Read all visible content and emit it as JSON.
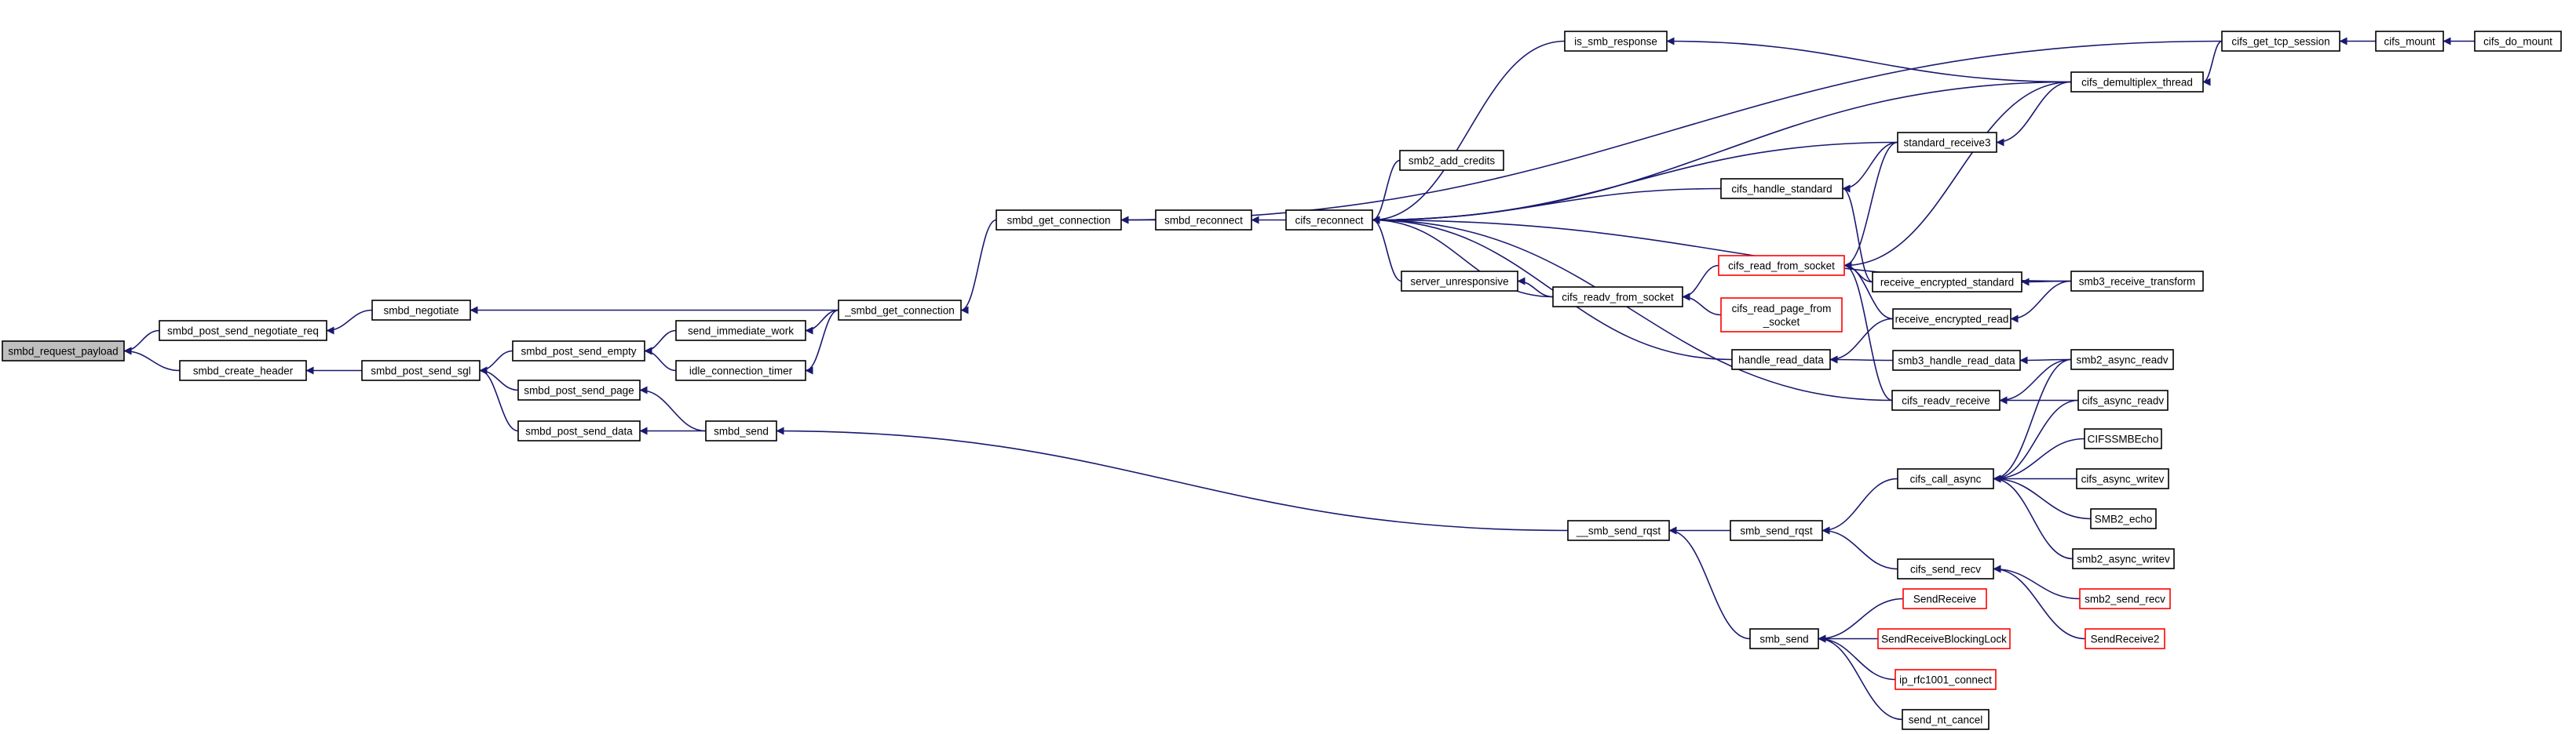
{
  "graph": {
    "title": "",
    "nodes": [
      {
        "id": "smbd_request_payload",
        "lines": [
          "smbd_request_payload"
        ],
        "root": true
      },
      {
        "id": "smbd_post_send_negotiate_req",
        "lines": [
          "smbd_post_send_negotiate_req"
        ]
      },
      {
        "id": "smbd_create_header",
        "lines": [
          "smbd_create_header"
        ]
      },
      {
        "id": "smbd_negotiate",
        "lines": [
          "smbd_negotiate"
        ]
      },
      {
        "id": "smbd_post_send_sgl",
        "lines": [
          "smbd_post_send_sgl"
        ]
      },
      {
        "id": "smbd_post_send_empty",
        "lines": [
          "smbd_post_send_empty"
        ]
      },
      {
        "id": "smbd_post_send_page",
        "lines": [
          "smbd_post_send_page"
        ]
      },
      {
        "id": "smbd_post_send_data",
        "lines": [
          "smbd_post_send_data"
        ]
      },
      {
        "id": "send_immediate_work",
        "lines": [
          "send_immediate_work"
        ]
      },
      {
        "id": "idle_connection_timer",
        "lines": [
          "idle_connection_timer"
        ]
      },
      {
        "id": "smbd_send",
        "lines": [
          "smbd_send"
        ]
      },
      {
        "id": "_smbd_get_connection",
        "lines": [
          "_smbd_get_connection"
        ]
      },
      {
        "id": "smbd_get_connection",
        "lines": [
          "smbd_get_connection"
        ]
      },
      {
        "id": "smbd_reconnect",
        "lines": [
          "smbd_reconnect"
        ]
      },
      {
        "id": "cifs_reconnect",
        "lines": [
          "cifs_reconnect"
        ]
      },
      {
        "id": "is_smb_response",
        "lines": [
          "is_smb_response"
        ]
      },
      {
        "id": "smb2_add_credits",
        "lines": [
          "smb2_add_credits"
        ]
      },
      {
        "id": "server_unresponsive",
        "lines": [
          "server_unresponsive"
        ]
      },
      {
        "id": "cifs_readv_from_socket",
        "lines": [
          "cifs_readv_from_socket"
        ]
      },
      {
        "id": "cifs_handle_standard",
        "lines": [
          "cifs_handle_standard"
        ]
      },
      {
        "id": "cifs_read_from_socket",
        "lines": [
          "cifs_read_from_socket"
        ],
        "red": true
      },
      {
        "id": "cifs_read_page_from_socket",
        "lines": [
          "cifs_read_page_from",
          "_socket"
        ],
        "red": true
      },
      {
        "id": "handle_read_data",
        "lines": [
          "handle_read_data"
        ]
      },
      {
        "id": "cifs_readv_receive",
        "lines": [
          "cifs_readv_receive"
        ]
      },
      {
        "id": "standard_receive3",
        "lines": [
          "standard_receive3"
        ]
      },
      {
        "id": "receive_encrypted_standard",
        "lines": [
          "receive_encrypted_standard"
        ]
      },
      {
        "id": "receive_encrypted_read",
        "lines": [
          "receive_encrypted_read"
        ]
      },
      {
        "id": "smb3_handle_read_data",
        "lines": [
          "smb3_handle_read_data"
        ]
      },
      {
        "id": "cifs_demultiplex_thread",
        "lines": [
          "cifs_demultiplex_thread"
        ]
      },
      {
        "id": "smb3_receive_transform",
        "lines": [
          "smb3_receive_transform"
        ]
      },
      {
        "id": "cifs_get_tcp_session",
        "lines": [
          "cifs_get_tcp_session"
        ]
      },
      {
        "id": "cifs_mount",
        "lines": [
          "cifs_mount"
        ]
      },
      {
        "id": "cifs_do_mount",
        "lines": [
          "cifs_do_mount"
        ]
      },
      {
        "id": "__smb_send_rqst",
        "lines": [
          "__smb_send_rqst"
        ]
      },
      {
        "id": "smb_send_rqst",
        "lines": [
          "smb_send_rqst"
        ]
      },
      {
        "id": "smb_send",
        "lines": [
          "smb_send"
        ]
      },
      {
        "id": "cifs_call_async",
        "lines": [
          "cifs_call_async"
        ]
      },
      {
        "id": "cifs_send_recv",
        "lines": [
          "cifs_send_recv"
        ]
      },
      {
        "id": "smb2_async_readv",
        "lines": [
          "smb2_async_readv"
        ]
      },
      {
        "id": "cifs_async_readv",
        "lines": [
          "cifs_async_readv"
        ]
      },
      {
        "id": "CIFSSMBEcho",
        "lines": [
          "CIFSSMBEcho"
        ]
      },
      {
        "id": "cifs_async_writev",
        "lines": [
          "cifs_async_writev"
        ]
      },
      {
        "id": "SMB2_echo",
        "lines": [
          "SMB2_echo"
        ]
      },
      {
        "id": "smb2_async_writev",
        "lines": [
          "smb2_async_writev"
        ]
      },
      {
        "id": "smb2_send_recv",
        "lines": [
          "smb2_send_recv"
        ],
        "red": true
      },
      {
        "id": "SendReceive2",
        "lines": [
          "SendReceive2"
        ],
        "red": true
      },
      {
        "id": "SendReceive",
        "lines": [
          "SendReceive"
        ],
        "red": true
      },
      {
        "id": "SendReceiveBlockingLock",
        "lines": [
          "SendReceiveBlockingLock"
        ],
        "red": true
      },
      {
        "id": "ip_rfc1001_connect",
        "lines": [
          "ip_rfc1001_connect"
        ],
        "red": true
      },
      {
        "id": "send_nt_cancel",
        "lines": [
          "send_nt_cancel"
        ]
      }
    ],
    "edges": [
      [
        "smbd_post_send_negotiate_req",
        "smbd_request_payload"
      ],
      [
        "smbd_create_header",
        "smbd_request_payload"
      ],
      [
        "smbd_negotiate",
        "smbd_post_send_negotiate_req"
      ],
      [
        "smbd_post_send_sgl",
        "smbd_create_header"
      ],
      [
        "_smbd_get_connection",
        "smbd_negotiate"
      ],
      [
        "smbd_post_send_empty",
        "smbd_post_send_sgl"
      ],
      [
        "smbd_post_send_page",
        "smbd_post_send_sgl"
      ],
      [
        "smbd_post_send_data",
        "smbd_post_send_sgl"
      ],
      [
        "send_immediate_work",
        "smbd_post_send_empty"
      ],
      [
        "idle_connection_timer",
        "smbd_post_send_empty"
      ],
      [
        "smbd_send",
        "smbd_post_send_page"
      ],
      [
        "smbd_send",
        "smbd_post_send_data"
      ],
      [
        "_smbd_get_connection",
        "send_immediate_work"
      ],
      [
        "_smbd_get_connection",
        "idle_connection_timer"
      ],
      [
        "smbd_get_connection",
        "_smbd_get_connection"
      ],
      [
        "smbd_reconnect",
        "smbd_get_connection"
      ],
      [
        "cifs_get_tcp_session",
        "smbd_get_connection"
      ],
      [
        "cifs_reconnect",
        "smbd_reconnect"
      ],
      [
        "is_smb_response",
        "cifs_reconnect"
      ],
      [
        "cifs_demultiplex_thread",
        "cifs_reconnect"
      ],
      [
        "standard_receive3",
        "cifs_reconnect"
      ],
      [
        "cifs_handle_standard",
        "cifs_reconnect"
      ],
      [
        "smb3_receive_transform",
        "cifs_reconnect"
      ],
      [
        "server_unresponsive",
        "cifs_reconnect"
      ],
      [
        "cifs_readv_from_socket",
        "cifs_reconnect"
      ],
      [
        "handle_read_data",
        "cifs_reconnect"
      ],
      [
        "cifs_readv_receive",
        "cifs_reconnect"
      ],
      [
        "smb2_add_credits",
        "cifs_reconnect"
      ],
      [
        "cifs_demultiplex_thread",
        "is_smb_response"
      ],
      [
        "cifs_readv_from_socket",
        "server_unresponsive"
      ],
      [
        "cifs_read_from_socket",
        "cifs_readv_from_socket"
      ],
      [
        "cifs_read_page_from_socket",
        "cifs_readv_from_socket"
      ],
      [
        "standard_receive3",
        "cifs_handle_standard"
      ],
      [
        "receive_encrypted_standard",
        "cifs_handle_standard"
      ],
      [
        "standard_receive3",
        "cifs_read_from_socket"
      ],
      [
        "cifs_demultiplex_thread",
        "cifs_read_from_socket"
      ],
      [
        "receive_encrypted_standard",
        "cifs_read_from_socket"
      ],
      [
        "receive_encrypted_read",
        "cifs_read_from_socket"
      ],
      [
        "cifs_readv_receive",
        "cifs_read_from_socket"
      ],
      [
        "receive_encrypted_read",
        "handle_read_data"
      ],
      [
        "smb3_handle_read_data",
        "handle_read_data"
      ],
      [
        "smb2_async_readv",
        "cifs_readv_receive"
      ],
      [
        "cifs_async_readv",
        "cifs_readv_receive"
      ],
      [
        "cifs_demultiplex_thread",
        "standard_receive3"
      ],
      [
        "smb3_receive_transform",
        "receive_encrypted_standard"
      ],
      [
        "smb3_receive_transform",
        "receive_encrypted_read"
      ],
      [
        "smb2_async_readv",
        "smb3_handle_read_data"
      ],
      [
        "cifs_get_tcp_session",
        "cifs_demultiplex_thread"
      ],
      [
        "cifs_mount",
        "cifs_get_tcp_session"
      ],
      [
        "cifs_do_mount",
        "cifs_mount"
      ],
      [
        "__smb_send_rqst",
        "smbd_send"
      ],
      [
        "smb_send_rqst",
        "__smb_send_rqst"
      ],
      [
        "smb_send",
        "__smb_send_rqst"
      ],
      [
        "cifs_call_async",
        "smb_send_rqst"
      ],
      [
        "cifs_send_recv",
        "smb_send_rqst"
      ],
      [
        "smb2_async_readv",
        "cifs_call_async"
      ],
      [
        "cifs_async_readv",
        "cifs_call_async"
      ],
      [
        "CIFSSMBEcho",
        "cifs_call_async"
      ],
      [
        "cifs_async_writev",
        "cifs_call_async"
      ],
      [
        "SMB2_echo",
        "cifs_call_async"
      ],
      [
        "smb2_async_writev",
        "cifs_call_async"
      ],
      [
        "smb2_send_recv",
        "cifs_send_recv"
      ],
      [
        "SendReceive2",
        "cifs_send_recv"
      ],
      [
        "SendReceive",
        "smb_send"
      ],
      [
        "SendReceiveBlockingLock",
        "smb_send"
      ],
      [
        "ip_rfc1001_connect",
        "smb_send"
      ],
      [
        "send_nt_cancel",
        "smb_send"
      ]
    ]
  },
  "colors": {
    "edge": "#191970",
    "node_border": "#000000",
    "node_border_incomplete": "#ff0000",
    "root_fill": "#bfbfbf"
  }
}
